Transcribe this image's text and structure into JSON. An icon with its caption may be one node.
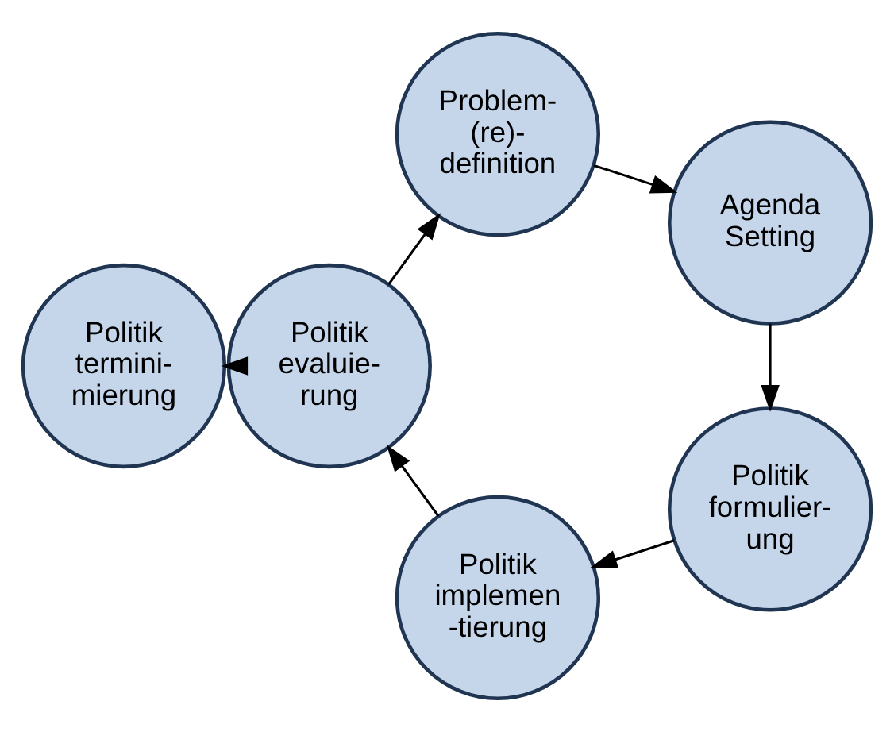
{
  "diagram": {
    "nodes": [
      {
        "text": [
          "Politik termini- mierung"
        ]
      },
      {
        "text": [
          "Problem- (re)- definition"
        ]
      },
      {
        "text": [
          "Agenda Setting"
        ]
      },
      {
        "text": [
          "Politik formulier- ung"
        ]
      },
      {
        "text": [
          "Politik implemen -tierung"
        ]
      },
      {
        "text": [
          "Politik evaluie- rung"
        ]
      }
    ],
    "edges": [
      {
        "from": 1,
        "to": 2,
        "arrow": "to"
      },
      {
        "from": 2,
        "to": 3,
        "arrow": "to"
      },
      {
        "from": 3,
        "to": 4,
        "arrow": "to"
      },
      {
        "from": 4,
        "to": 5,
        "arrow": "to"
      },
      {
        "from": 5,
        "to": 1,
        "arrow": "to"
      },
      {
        "from": 5,
        "to": 0,
        "arrow": "to"
      }
    ]
  }
}
